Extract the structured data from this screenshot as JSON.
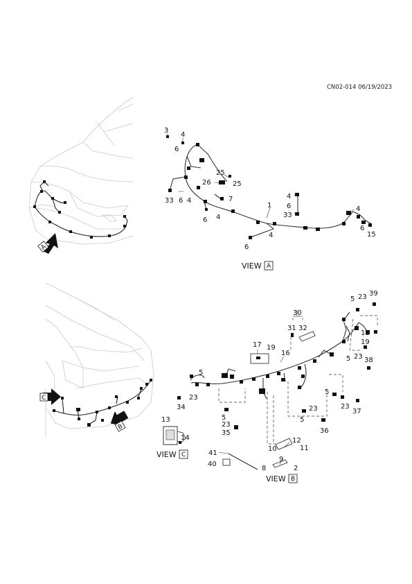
{
  "document": {
    "code": "CN02-014 06/19/2023"
  },
  "views": [
    {
      "id": "A",
      "caption_prefix": "VIEW",
      "letter": "A"
    },
    {
      "id": "B",
      "caption_prefix": "VIEW",
      "letter": "B"
    },
    {
      "id": "C",
      "caption_prefix": "VIEW",
      "letter": "C"
    }
  ],
  "view_markers": [
    {
      "id": "A",
      "letter": "A"
    },
    {
      "id": "B",
      "letter": "B"
    },
    {
      "id": "C",
      "letter": "C"
    }
  ],
  "callouts": [
    {
      "id": "a-3",
      "text": "3"
    },
    {
      "id": "a-4a",
      "text": "4"
    },
    {
      "id": "a-6a",
      "text": "6"
    },
    {
      "id": "a-25a",
      "text": "25"
    },
    {
      "id": "a-26",
      "text": "26"
    },
    {
      "id": "a-25b",
      "text": "25"
    },
    {
      "id": "a-33a",
      "text": "33"
    },
    {
      "id": "a-6b",
      "text": "6"
    },
    {
      "id": "a-4b",
      "text": "4"
    },
    {
      "id": "a-7",
      "text": "7"
    },
    {
      "id": "a-6c",
      "text": "6"
    },
    {
      "id": "a-4c",
      "text": "4"
    },
    {
      "id": "a-1",
      "text": "1"
    },
    {
      "id": "a-4d",
      "text": "4"
    },
    {
      "id": "a-6d",
      "text": "6"
    },
    {
      "id": "a-33b",
      "text": "33"
    },
    {
      "id": "a-4e",
      "text": "4"
    },
    {
      "id": "a-4f",
      "text": "4"
    },
    {
      "id": "a-6e",
      "text": "6"
    },
    {
      "id": "a-15",
      "text": "15"
    },
    {
      "id": "a-6f",
      "text": "6"
    },
    {
      "id": "b-5a",
      "text": "5"
    },
    {
      "id": "b-23a",
      "text": "23"
    },
    {
      "id": "b-39",
      "text": "39"
    },
    {
      "id": "b-30",
      "text": "30"
    },
    {
      "id": "b-31",
      "text": "31"
    },
    {
      "id": "b-32",
      "text": "32"
    },
    {
      "id": "b-18",
      "text": "18"
    },
    {
      "id": "b-19a",
      "text": "19"
    },
    {
      "id": "b-5b",
      "text": "5"
    },
    {
      "id": "b-23b",
      "text": "23"
    },
    {
      "id": "b-38",
      "text": "38"
    },
    {
      "id": "b-17",
      "text": "17"
    },
    {
      "id": "b-19b",
      "text": "19"
    },
    {
      "id": "b-16",
      "text": "16"
    },
    {
      "id": "b-5c",
      "text": "5"
    },
    {
      "id": "b-23c",
      "text": "23"
    },
    {
      "id": "b-34",
      "text": "34"
    },
    {
      "id": "b-5d",
      "text": "5"
    },
    {
      "id": "b-23d",
      "text": "23"
    },
    {
      "id": "b-35",
      "text": "35"
    },
    {
      "id": "b-5e",
      "text": "5"
    },
    {
      "id": "b-23e",
      "text": "23"
    },
    {
      "id": "b-37",
      "text": "37"
    },
    {
      "id": "b-23f",
      "text": "23"
    },
    {
      "id": "b-5f",
      "text": "5"
    },
    {
      "id": "b-36",
      "text": "36"
    },
    {
      "id": "b-13",
      "text": "13"
    },
    {
      "id": "b-14",
      "text": "14"
    },
    {
      "id": "b-12",
      "text": "12"
    },
    {
      "id": "b-10",
      "text": "10"
    },
    {
      "id": "b-11",
      "text": "11"
    },
    {
      "id": "b-9",
      "text": "9"
    },
    {
      "id": "b-41",
      "text": "41"
    },
    {
      "id": "b-40",
      "text": "40"
    },
    {
      "id": "b-8",
      "text": "8"
    },
    {
      "id": "b-2",
      "text": "2"
    }
  ]
}
